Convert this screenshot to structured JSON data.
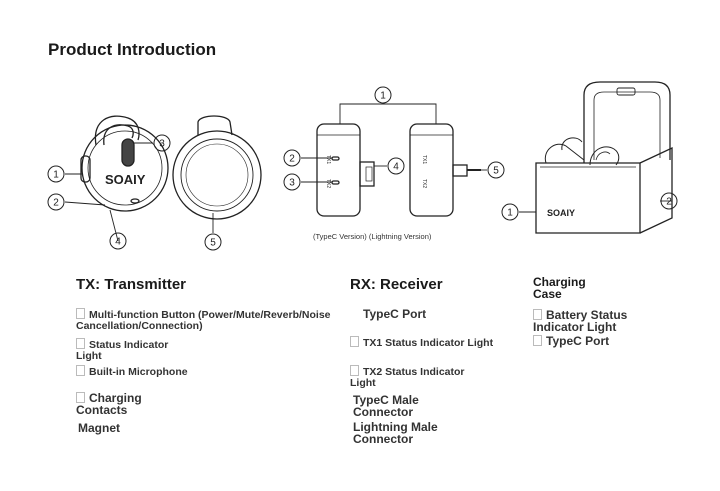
{
  "title": "Product Introduction",
  "figure": {
    "tx_brand": "SOAIY",
    "case_brand": "SOAIY",
    "rx_labels": [
      "TX1",
      "TX2",
      "TX1",
      "TX2"
    ],
    "callouts_tx_front": [
      "1",
      "2",
      "3",
      "4"
    ],
    "callouts_tx_back": [
      "5"
    ],
    "callouts_rx": [
      "1",
      "2",
      "3",
      "4",
      "5"
    ],
    "callouts_case": [
      "1",
      "2"
    ],
    "caption": "(TypeC Version) (Lightning Version)"
  },
  "sections": {
    "tx": {
      "heading": "TX: Transmitter",
      "items": [
        "Multi-function Button (Power/Mute/Reverb/Noise Cancellation/Connection)",
        "Status Indicator Light",
        "Built-in Microphone",
        "Charging Contacts",
        "Magnet"
      ]
    },
    "rx": {
      "heading": "RX: Receiver",
      "items": [
        "TypeC Port",
        "TX1 Status Indicator Light",
        "TX2 Status Indicator Light",
        "TypeC Male Connector",
        "Lightning Male Connector"
      ]
    },
    "case": {
      "heading": "Charging Case",
      "items": [
        "Battery Status Indicator Light",
        "TypeC Port"
      ]
    }
  }
}
